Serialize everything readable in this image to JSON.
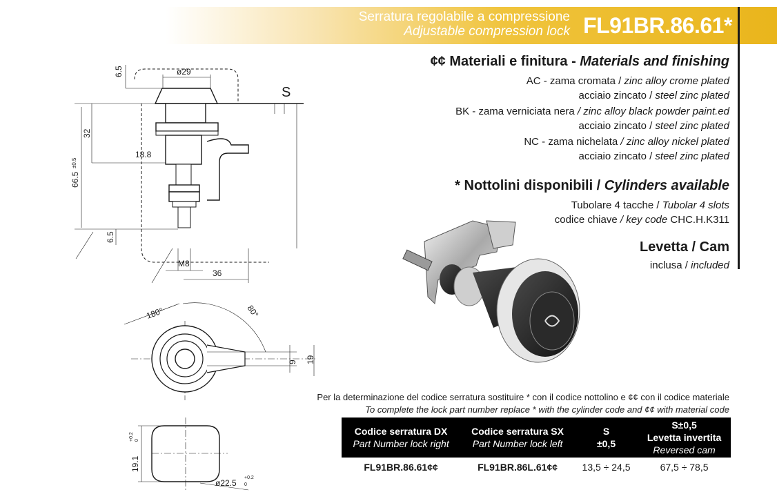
{
  "header": {
    "title_it": "Serratura regolabile a compressione",
    "title_en": "Adjustable compression lock",
    "code": "FL91BR.86.61*",
    "accent_color": "#e9b51c"
  },
  "materials": {
    "title_it": "¢¢ Materiali e finitura - ",
    "title_en": "Materials and finishing",
    "items": [
      {
        "l1_a": "AC - zama cromata / ",
        "l1_b": "zinc alloy crome plated",
        "l2_a": "acciaio zincato / ",
        "l2_b": "steel zinc plated"
      },
      {
        "l1_a": "BK - zama verniciata nera ",
        "l1_b": "/ zinc alloy black powder paint.ed",
        "l2_a": "acciaio zincato / ",
        "l2_b": "steel zinc plated"
      },
      {
        "l1_a": "NC - zama nichelata ",
        "l1_b": "/ zinc alloy nickel plated",
        "l2_a": "acciaio zincato / ",
        "l2_b": "steel zinc plated"
      }
    ]
  },
  "cylinders": {
    "title_it": "* Nottolini disponibili / ",
    "title_en": "Cylinders available",
    "l1_a": "Tubolare 4 tacche / ",
    "l1_b": "Tubolar 4 slots",
    "l2_a": "codice chiave ",
    "l2_b": "/ key code ",
    "l2_c": "CHC.H.K311"
  },
  "cam": {
    "title": "Levetta / Cam",
    "l1_a": "inclusa / ",
    "l1_b": "included"
  },
  "notes": {
    "it": "Per la determinazione del codice serratura sostituire  *  con il codice nottolino e ¢¢ con il codice materiale",
    "en": "To complete the lock part number replace * with the cylinder code and ¢¢ with material code"
  },
  "table": {
    "headers": [
      {
        "main": "Codice serratura DX",
        "sub": "Part Number lock right"
      },
      {
        "main": "Codice serratura SX",
        "sub": "Part Number lock left"
      },
      {
        "main": "S",
        "sub": "±0,5"
      },
      {
        "main": "S±0,5",
        "main2": "Levetta invertita",
        "sub": "Reversed cam"
      }
    ],
    "row": [
      "FL91BR.86.61¢¢",
      "FL91BR.86L.61¢¢",
      "13,5 ÷ 24,5",
      "67,5 ÷ 78,5"
    ]
  },
  "drawing": {
    "dims": {
      "top_gap": "6.5",
      "diameter": "ø29",
      "s_label": "S",
      "height_32": "32",
      "square": "18.8",
      "total_height": "66.5",
      "total_tol": "±0.5",
      "bottom_gap": "6.5",
      "thread": "M8",
      "width_36": "36",
      "angle_180": "180°",
      "angle_80": "80°",
      "dim_9": "9",
      "dim_19": "19",
      "cut_square": "19.1",
      "cut_square_tol_plus": "+0.2",
      "cut_square_tol_zero": "0",
      "cut_diam": "ø22.5",
      "cut_diam_tol_plus": "+0.2",
      "cut_diam_tol_zero": "0"
    }
  }
}
